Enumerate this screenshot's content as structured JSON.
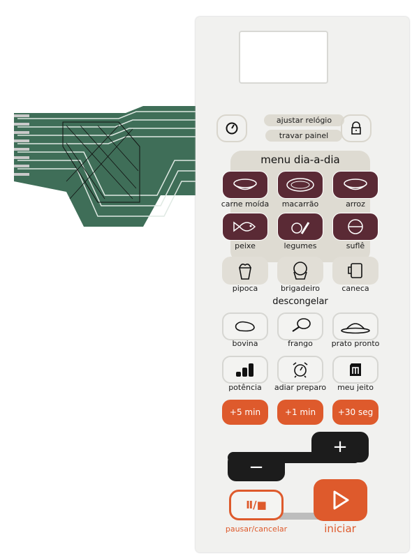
{
  "top": {
    "clock_label": "ajustar relógio",
    "lock_label": "travar painel"
  },
  "menu": {
    "title": "menu dia-a-dia",
    "rows": [
      [
        {
          "label": "carne moída",
          "icon": "bowl-icon"
        },
        {
          "label": "macarrão",
          "icon": "pasta-icon"
        },
        {
          "label": "arroz",
          "icon": "rice-icon"
        }
      ],
      [
        {
          "label": "peixe",
          "icon": "fish-icon"
        },
        {
          "label": "legumes",
          "icon": "vegetables-icon"
        },
        {
          "label": "suflê",
          "icon": "souffle-icon"
        }
      ],
      [
        {
          "label": "pipoca",
          "icon": "popcorn-icon"
        },
        {
          "label": "brigadeiro",
          "icon": "brigadeiro-icon"
        },
        {
          "label": "caneca",
          "icon": "mug-icon"
        }
      ]
    ]
  },
  "defrost": {
    "title": "descongelar",
    "items": [
      {
        "label": "bovina"
      },
      {
        "label": "frango"
      },
      {
        "label": "prato pronto"
      }
    ]
  },
  "settings": {
    "items": [
      {
        "label": "potência"
      },
      {
        "label": "adiar preparo"
      },
      {
        "label": "meu jeito"
      }
    ]
  },
  "quick": {
    "items": [
      {
        "label": "+5 min"
      },
      {
        "label": "+1 min"
      },
      {
        "label": "+30 seg"
      }
    ]
  },
  "adjust": {
    "plus": "+",
    "minus": "−"
  },
  "controls": {
    "pause_label": "pausar/cancelar",
    "pause_icon": "Ⅱ/■",
    "start_label": "iniciar"
  },
  "colors": {
    "maroon": "#5a2a35",
    "orange": "#de5a2c",
    "black": "#1c1c1c"
  }
}
